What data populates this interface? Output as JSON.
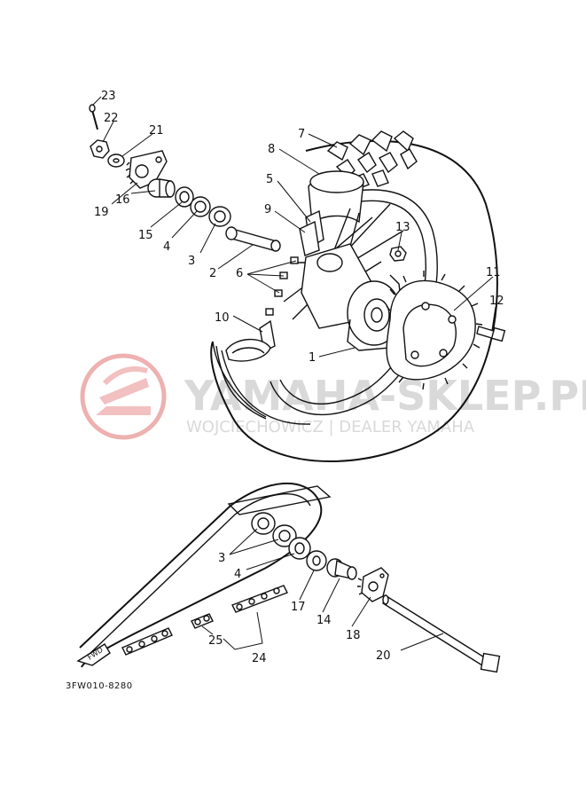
{
  "watermark": {
    "brand": "YAMAHA-SKLEP.PL",
    "subtitle": "WOJCIECHOWICZ | DEALER YAMAHA"
  },
  "diagram_code": "3FW010-8280",
  "fwd_label": "FWD",
  "callouts": {
    "p1": "1",
    "p2": "2",
    "p3": "3",
    "p4": "4",
    "p5": "5",
    "p6": "6",
    "p7": "7",
    "p8": "8",
    "p9": "9",
    "p10": "10",
    "p11": "11",
    "p12": "12",
    "p13": "13",
    "p14": "14",
    "p15": "15",
    "p16": "16",
    "p17": "17",
    "p18": "18",
    "p19": "19",
    "p20": "20",
    "p21": "21",
    "p22": "22",
    "p23": "23",
    "p24": "24",
    "p25": "25",
    "p3b": "3",
    "p4b": "4"
  },
  "colors": {
    "ink": "#111111",
    "watermark": "#d9d9d9",
    "logo": "#e8a0a0"
  }
}
